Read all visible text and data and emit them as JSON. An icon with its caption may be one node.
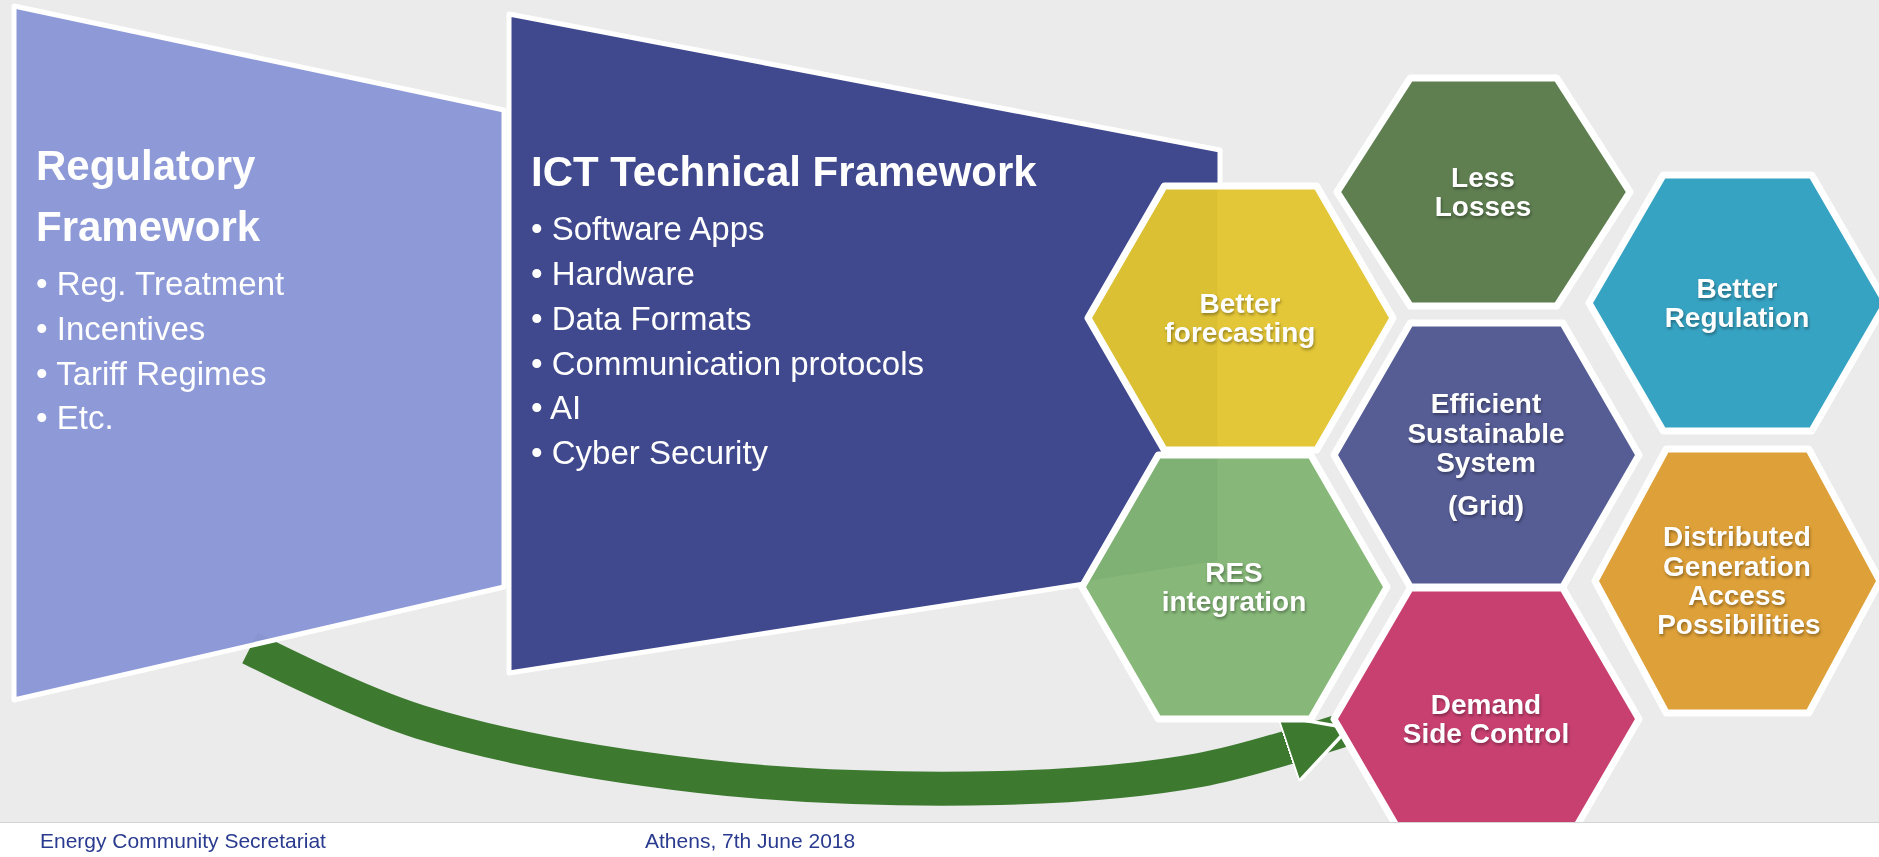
{
  "diagram": {
    "nodes": [
      {
        "text": [
          "Regulatory Framework",
          "• Reg. Treatment",
          "• Incentives",
          "• Tariff Regimes",
          "• Etc."
        ]
      },
      {
        "text": [
          "ICT Technical Framework",
          "• Software Apps",
          "• Hardware",
          "• Data Formats",
          "• Communication protocols",
          "• AI",
          "• Cyber Security"
        ]
      },
      {
        "text": [
          "Less Losses"
        ]
      },
      {
        "text": [
          "Better forecasting"
        ]
      },
      {
        "text": [
          "Better Regulation"
        ]
      },
      {
        "text": [
          "Efficient Sustainable System",
          "(Grid)"
        ]
      },
      {
        "text": [
          "RES integration"
        ]
      },
      {
        "text": [
          "Distributed Generation Access Possibilities"
        ]
      },
      {
        "text": [
          "Demand Side Control"
        ]
      }
    ],
    "edges": [
      {
        "from": 0,
        "to": 8,
        "arrow": "to"
      }
    ],
    "labels": [
      "Energy Community Secretariat",
      "Athens, 7th June 2018"
    ]
  }
}
